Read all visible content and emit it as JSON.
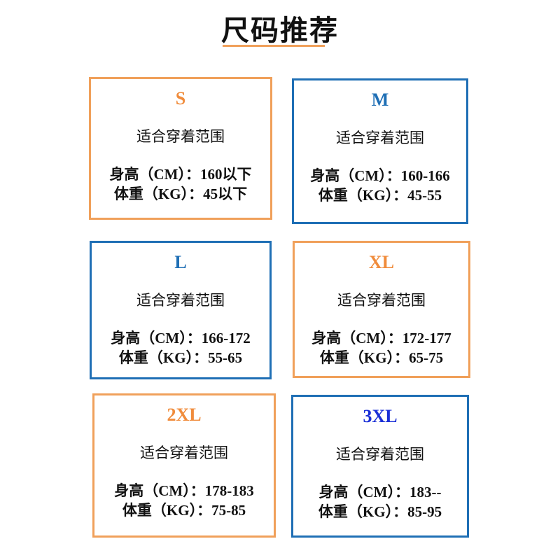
{
  "title": "尺码推荐",
  "colors": {
    "orange": "#f0a05a",
    "blue": "#1f6fb5",
    "text": "#111111",
    "name_orange": "#f08c3c",
    "name_blue": "#1f6fb5",
    "name_deep_blue": "#1a2fd6"
  },
  "sizes": [
    {
      "name": "S",
      "caption": "适合穿着范围",
      "height": "身高（CM）：160以下",
      "weight": "体重（KG）：45以下",
      "border_color": "#f0a05a",
      "name_color": "#f08c3c"
    },
    {
      "name": "M",
      "caption": "适合穿着范围",
      "height": "身高（CM）：160-166",
      "weight": "体重（KG）：45-55",
      "border_color": "#1f6fb5",
      "name_color": "#1f6fb5"
    },
    {
      "name": "L",
      "caption": "适合穿着范围",
      "height": "身高（CM）：166-172",
      "weight": "体重（KG）：55-65",
      "border_color": "#1f6fb5",
      "name_color": "#1f6fb5"
    },
    {
      "name": "XL",
      "caption": "适合穿着范围",
      "height": "身高（CM）：172-177",
      "weight": "体重（KG）：65-75",
      "border_color": "#f0a05a",
      "name_color": "#f08c3c"
    },
    {
      "name": "2XL",
      "caption": "适合穿着范围",
      "height": "身高（CM）：178-183",
      "weight": "体重（KG）：75-85",
      "border_color": "#f0a05a",
      "name_color": "#f08c3c"
    },
    {
      "name": "3XL",
      "caption": "适合穿着范围",
      "height": "身高（CM）：183--",
      "weight": "体重（KG）：85-95",
      "border_color": "#1f6fb5",
      "name_color": "#1a2fd6"
    }
  ]
}
